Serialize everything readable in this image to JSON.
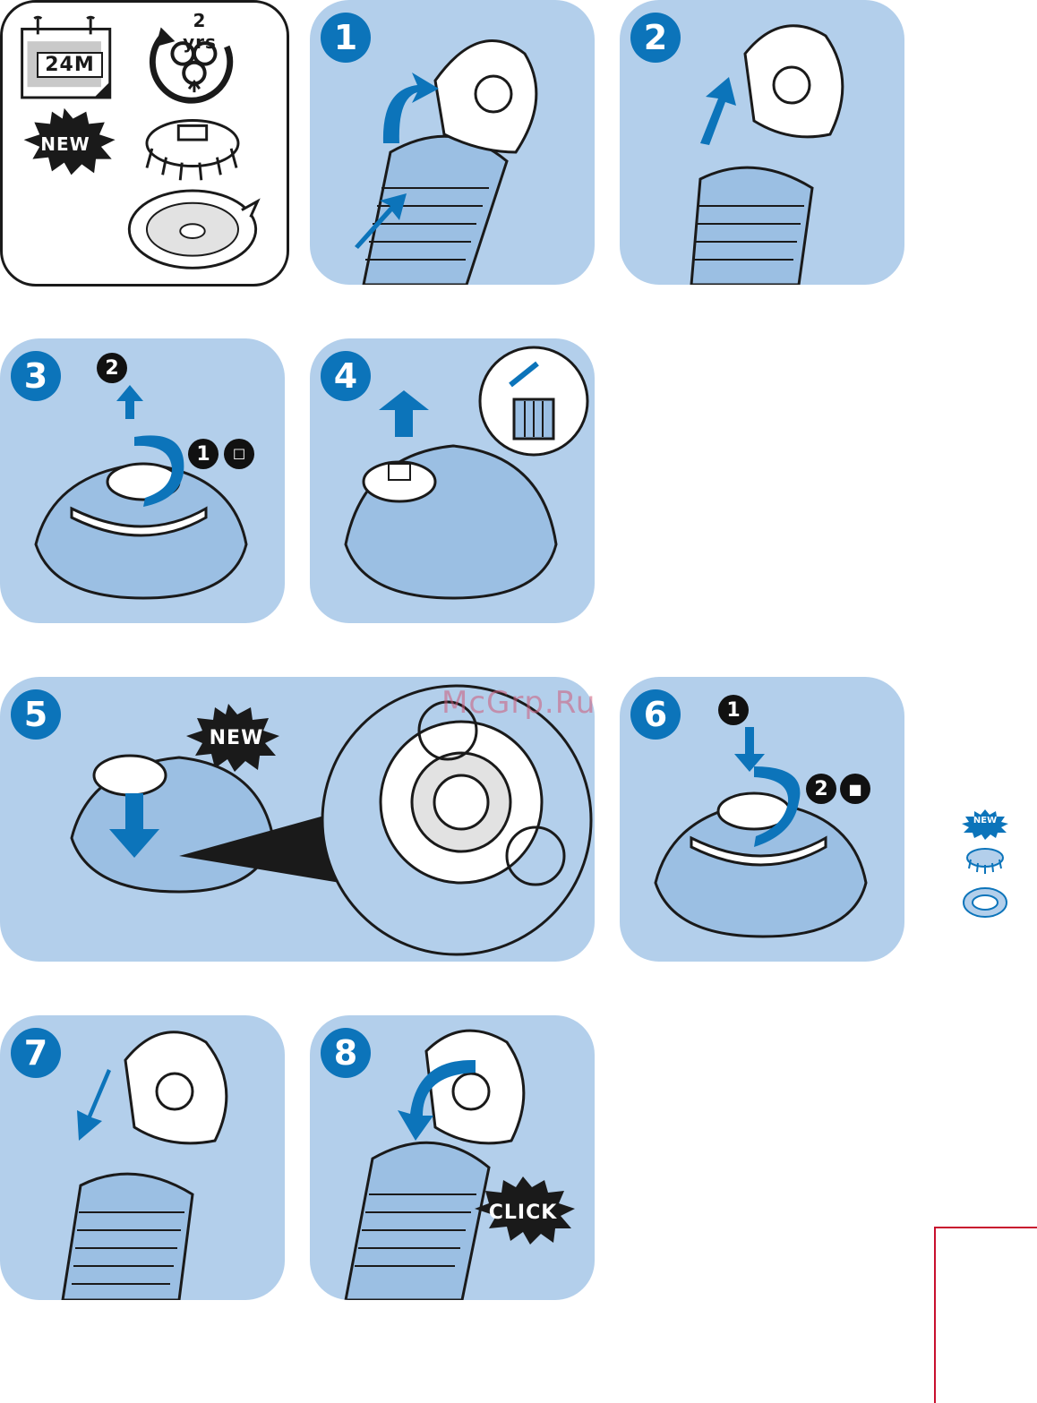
{
  "intro": {
    "calendar_label": "24M",
    "cycle_label": "2 yrs",
    "new_badge": "NEW"
  },
  "steps": [
    {
      "number": "1"
    },
    {
      "number": "2"
    },
    {
      "number": "3",
      "sub_steps": [
        "2",
        "1"
      ]
    },
    {
      "number": "4"
    },
    {
      "number": "5",
      "badge": "NEW"
    },
    {
      "number": "6",
      "sub_steps": [
        "1",
        "2"
      ]
    },
    {
      "number": "7"
    },
    {
      "number": "8",
      "badge": "CLICK"
    }
  ],
  "legend": {
    "new_badge": "NEW"
  },
  "watermark": "McGrp.Ru",
  "colors": {
    "panel_bg": "#b3cfeb",
    "accent_blue": "#0c74ba",
    "outline": "#1a1a1a",
    "side_rule": "#c8102e"
  }
}
